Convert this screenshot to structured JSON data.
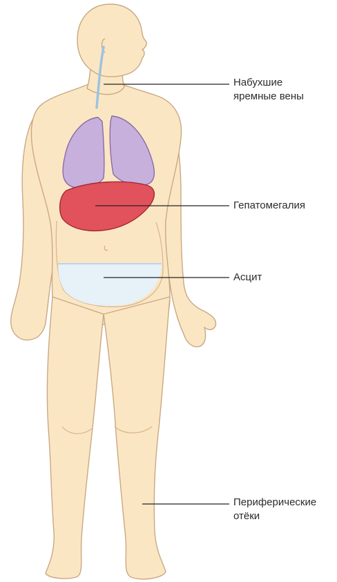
{
  "labels": {
    "jugular": {
      "line1": "Набухшие",
      "line2": "яремные вены"
    },
    "hepatomegaly": {
      "line1": "Гепатомегалия"
    },
    "ascites": {
      "line1": "Асцит"
    },
    "edema": {
      "line1": "Периферические",
      "line2": "отёки"
    }
  },
  "colors": {
    "skin": "#fbe6c4",
    "skin_outline": "#c9a882",
    "lungs": "#c7b0dc",
    "lungs_outline": "#8a6aa8",
    "liver": "#e2525c",
    "liver_outline": "#a02a33",
    "ascites_fluid": "#e6f1f8",
    "vein": "#9cc3e0",
    "leader_line": "#222222"
  }
}
